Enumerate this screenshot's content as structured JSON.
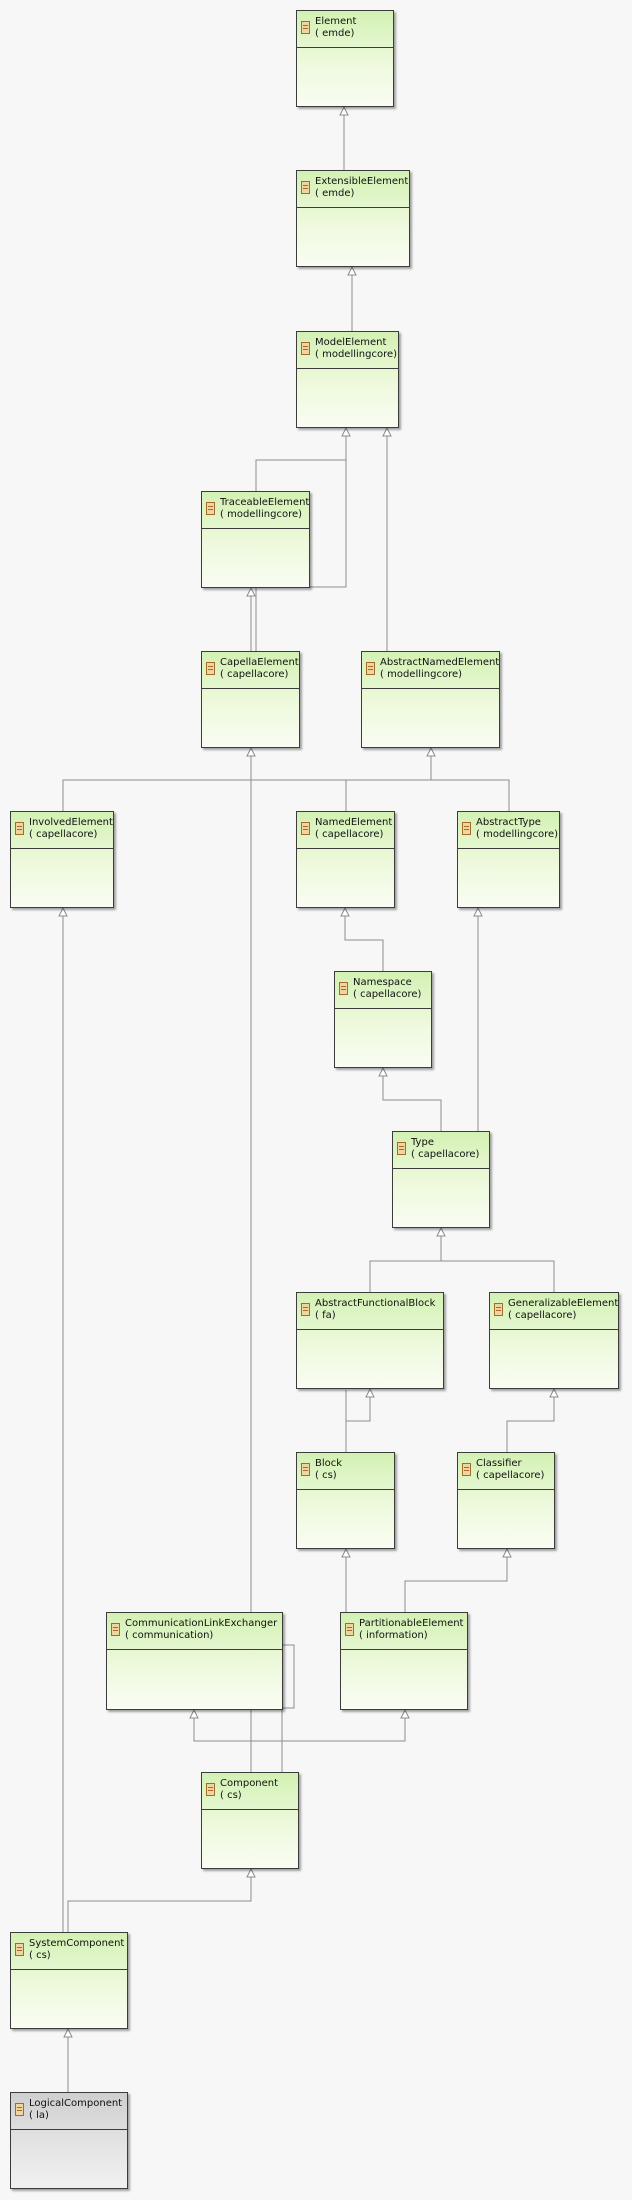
{
  "diagram": {
    "classes": [
      {
        "id": "element",
        "name": "Element",
        "package": "( emde)"
      },
      {
        "id": "extensible-element",
        "name": "ExtensibleElement",
        "package": "( emde)"
      },
      {
        "id": "model-element",
        "name": "ModelElement",
        "package": "( modellingcore)"
      },
      {
        "id": "traceable-element",
        "name": "TraceableElement",
        "package": "( modellingcore)"
      },
      {
        "id": "capella-element",
        "name": "CapellaElement",
        "package": "( capellacore)"
      },
      {
        "id": "abstract-named-element",
        "name": "AbstractNamedElement",
        "package": "( modellingcore)"
      },
      {
        "id": "involved-element",
        "name": "InvolvedElement",
        "package": "( capellacore)"
      },
      {
        "id": "named-element",
        "name": "NamedElement",
        "package": "( capellacore)"
      },
      {
        "id": "abstract-type",
        "name": "AbstractType",
        "package": "( modellingcore)"
      },
      {
        "id": "namespace",
        "name": "Namespace",
        "package": "( capellacore)"
      },
      {
        "id": "type",
        "name": "Type",
        "package": "( capellacore)"
      },
      {
        "id": "abstract-functional-block",
        "name": "AbstractFunctionalBlock",
        "package": "( fa)"
      },
      {
        "id": "generalizable-element",
        "name": "GeneralizableElement",
        "package": "( capellacore)"
      },
      {
        "id": "block",
        "name": "Block",
        "package": "( cs)"
      },
      {
        "id": "classifier",
        "name": "Classifier",
        "package": "( capellacore)"
      },
      {
        "id": "communication-link-exchanger",
        "name": "CommunicationLinkExchanger",
        "package": "( communication)"
      },
      {
        "id": "partitionable-element",
        "name": "PartitionableElement",
        "package": "( information)"
      },
      {
        "id": "component",
        "name": "Component",
        "package": "( cs)"
      },
      {
        "id": "system-component",
        "name": "SystemComponent",
        "package": "( cs)"
      },
      {
        "id": "logical-component",
        "name": "LogicalComponent",
        "package": "( la)"
      }
    ],
    "colors": {
      "class_fill_top": "#d3f1b3",
      "class_fill_bottom": "#f9fdf3",
      "selected_fill": "#cfcfcf",
      "edge": "#8c8c8c",
      "background": "#f7f7f7"
    },
    "icons": {
      "class": "class-icon"
    }
  }
}
